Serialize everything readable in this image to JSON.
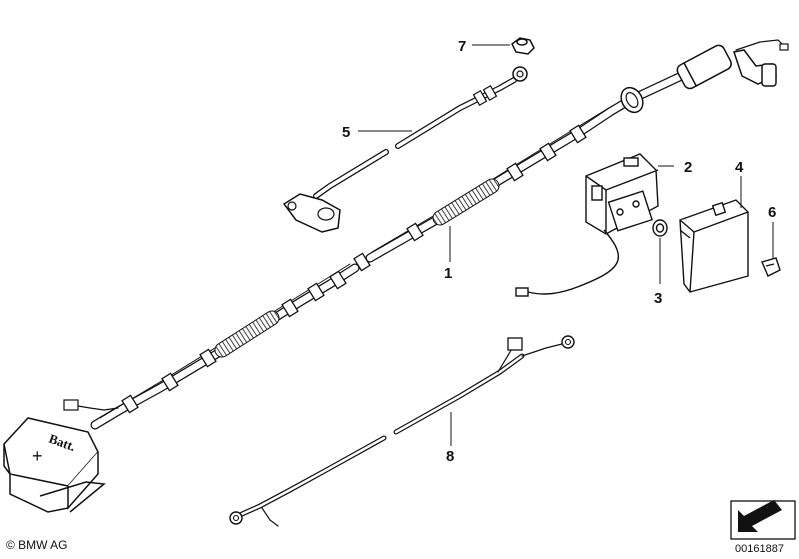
{
  "callouts": {
    "c1": "1",
    "c2": "2",
    "c3": "3",
    "c4": "4",
    "c5": "5",
    "c6": "6",
    "c7": "7",
    "c8": "8"
  },
  "battery_label": "Batt.",
  "battery_sign": "+",
  "footer": {
    "copyright": "© BMW AG",
    "image_number": "00161887"
  }
}
